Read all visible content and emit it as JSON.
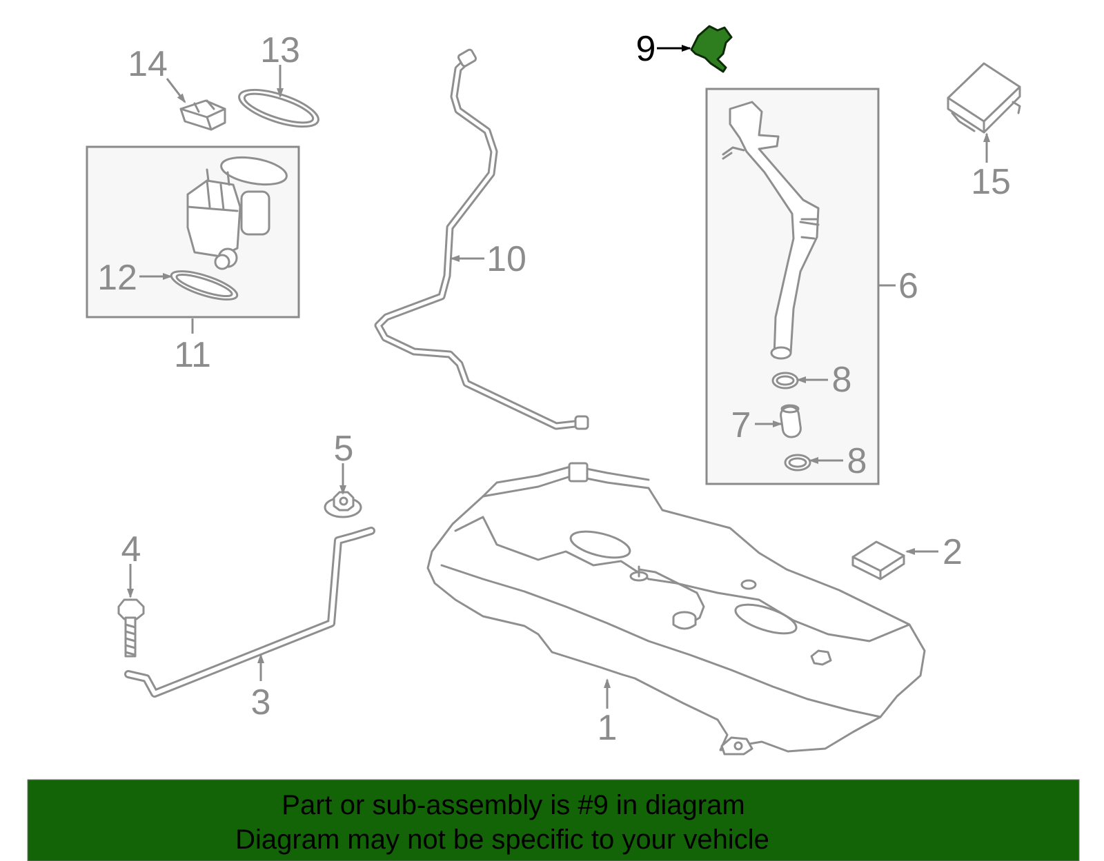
{
  "callouts": {
    "c1": "1",
    "c2": "2",
    "c3": "3",
    "c4": "4",
    "c5": "5",
    "c6": "6",
    "c7": "7",
    "c8a": "8",
    "c8b": "8",
    "c9": "9",
    "c10": "10",
    "c11": "11",
    "c12": "12",
    "c13": "13",
    "c14": "14",
    "c15": "15"
  },
  "highlighted_part": "9",
  "colors": {
    "highlight_fill": "#2e7d1e",
    "banner_bg": "#126406",
    "line_gray": "#8f8f8f"
  },
  "banner": {
    "line1": "Part or sub-assembly is #9 in diagram",
    "line2": "Diagram may not be specific to your vehicle"
  }
}
